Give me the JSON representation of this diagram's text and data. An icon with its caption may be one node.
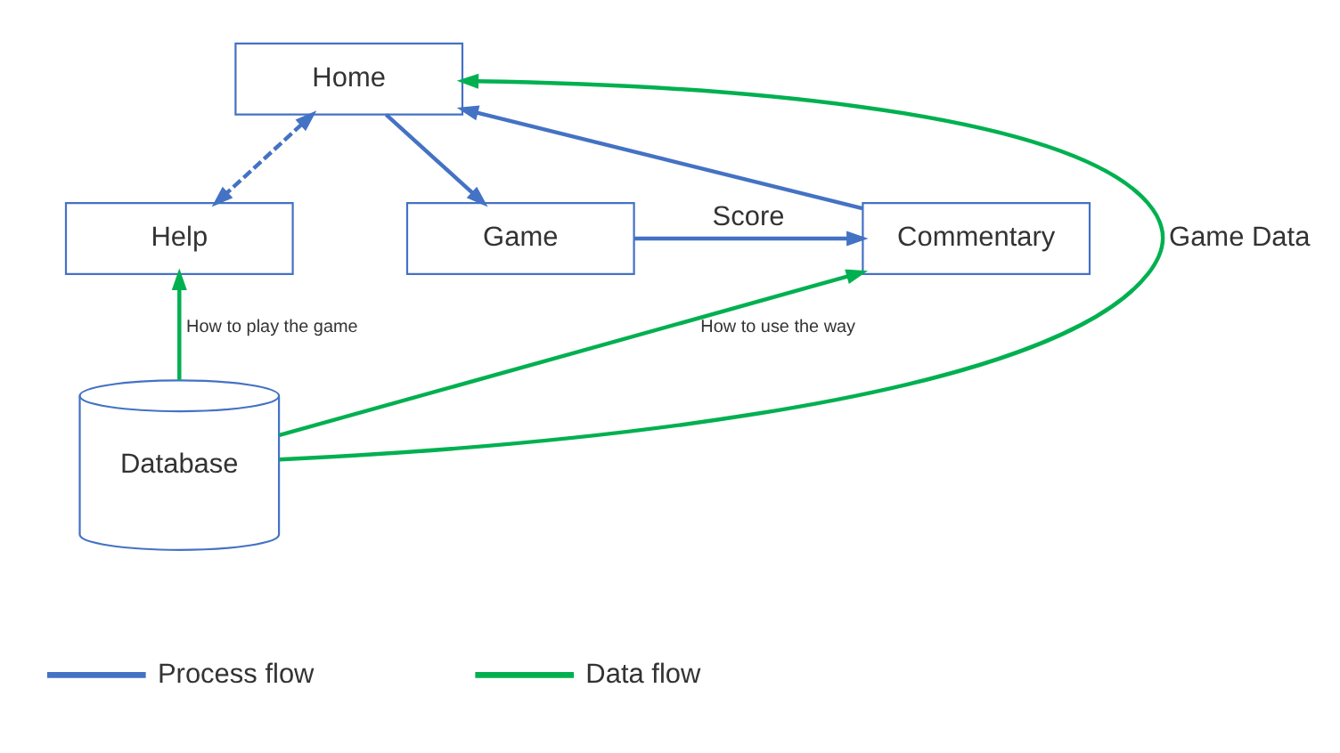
{
  "diagram": {
    "nodes": [
      {
        "text": [
          "Home"
        ]
      },
      {
        "text": [
          "Help"
        ]
      },
      {
        "text": [
          "Game"
        ]
      },
      {
        "text": [
          "Commentary"
        ]
      },
      {
        "text": [
          "Database"
        ]
      }
    ],
    "edges": [
      {
        "from": 4,
        "to": 0,
        "arrow": "to",
        "label": "Game Data",
        "color": "#00b050"
      },
      {
        "from": 0,
        "to": 1,
        "arrow": "both",
        "style": "dashed"
      },
      {
        "from": 0,
        "to": 2,
        "arrow": "to"
      },
      {
        "from": 2,
        "to": 3,
        "arrow": "to",
        "label": "Score"
      },
      {
        "from": 3,
        "to": 0,
        "arrow": "to"
      },
      {
        "from": 4,
        "to": 1,
        "arrow": "to",
        "label": "How to play the game",
        "color": "#00b050"
      },
      {
        "from": 4,
        "to": 3,
        "arrow": "to",
        "label": "How to use the way",
        "color": "#00b050"
      }
    ],
    "legend": [
      {
        "text": "Process flow"
      },
      {
        "text": "Data flow"
      }
    ]
  }
}
